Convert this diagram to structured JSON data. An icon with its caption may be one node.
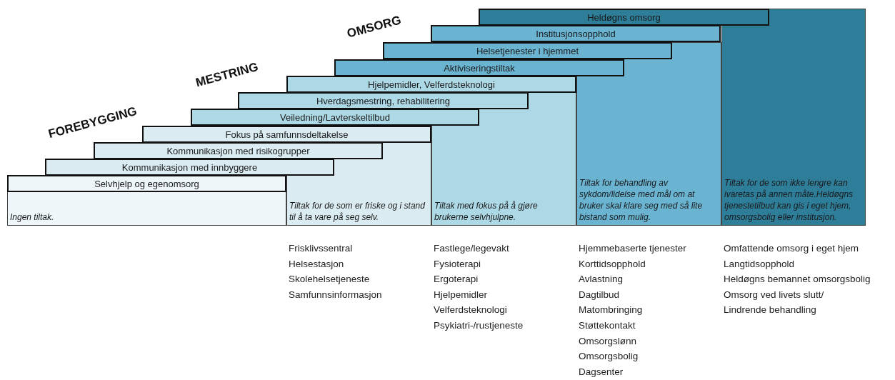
{
  "diagram": {
    "nodes": [
      {
        "text": [
          "Heldøgns omsorg"
        ]
      },
      {
        "text": [
          "Institusjonsopphold"
        ]
      },
      {
        "text": [
          "Helsetjenester i hjemmet"
        ]
      },
      {
        "text": [
          "Aktiviseringstiltak"
        ]
      },
      {
        "text": [
          "Hjelpemidler, Velferdsteknologi"
        ]
      },
      {
        "text": [
          "Hverdagsmestring, rehabilitering"
        ]
      },
      {
        "text": [
          "Veiledning/Lavterskeltilbud"
        ]
      },
      {
        "text": [
          "Fokus på samfunnsdeltakelse"
        ]
      },
      {
        "text": [
          "Kommunikasjon med risikogrupper"
        ]
      },
      {
        "text": [
          "Kommunikasjon med innbyggere"
        ]
      },
      {
        "text": [
          "Selvhjelp og egenomsorg"
        ]
      },
      {
        "text": [
          "Ingen tiltak."
        ]
      },
      {
        "text": [
          "Tiltak for de som er friske og i stand til å ta vare på seg selv."
        ],
        "beside": [
          "Frisklivssentral",
          "Helsestasjon",
          "Skolehelsetjeneste",
          "Samfunnsinformasjon"
        ]
      },
      {
        "text": [
          "Tiltak med fokus på å gjøre brukerne selvhjulpne."
        ],
        "beside": [
          "Fastlege/legevakt",
          "Fysioterapi",
          "Ergoterapi",
          "Hjelpemidler",
          "Velferdsteknologi",
          "Psykiatri-/rustjeneste"
        ]
      },
      {
        "text": [
          "Tiltak for behandling av sykdom/lidelse med mål om at bruker skal klare seg med så lite bistand som mulig."
        ],
        "beside": [
          "Hjemmebaserte tjenester",
          "Korttidsopphold",
          "Avlastning",
          "Dagtilbud",
          "Matombringing",
          "Støttekontakt",
          "Omsorgslønn",
          "Omsorgsbolig",
          "Dagsenter"
        ]
      },
      {
        "text": [
          "Tiltak for de som ikke lengre kan ivaretas på annen måte.Heldøgns tjenestetilbud kan gis i eget hjem, omsorgsbolig eller institusjon."
        ],
        "beside": [
          "Omfattende omsorg i eget hjem",
          "Langtidsopphold",
          "Heldøgns bemannet omsorgsbolig",
          "Omsorg ved livets slutt/",
          "Lindrende behandling"
        ]
      }
    ],
    "labels": [
      "OMSORG",
      "MESTRING",
      "FOREBYGGING"
    ]
  }
}
